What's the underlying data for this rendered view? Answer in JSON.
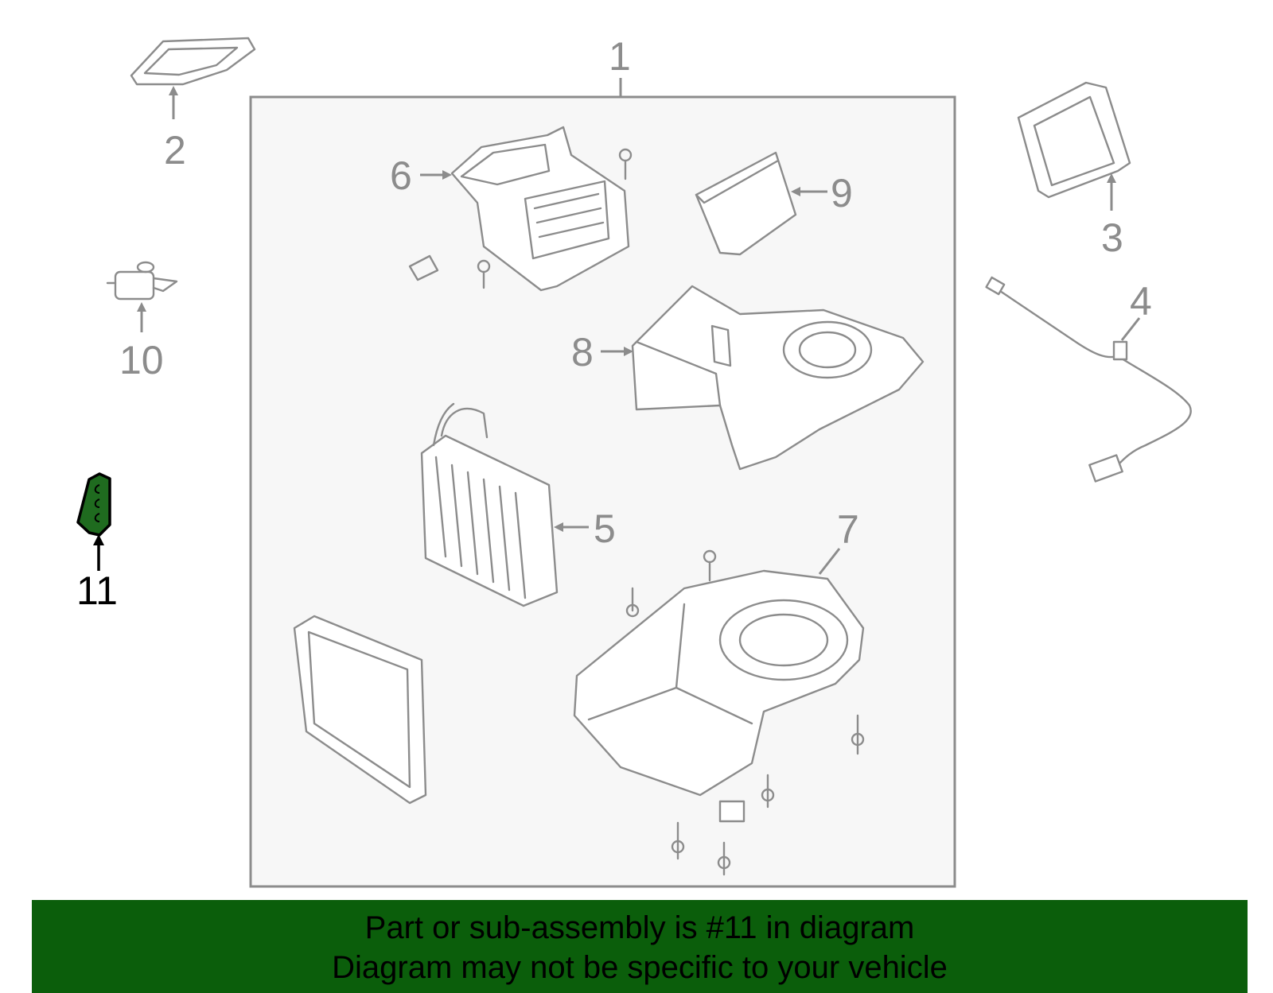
{
  "callouts": {
    "c1": "1",
    "c2": "2",
    "c3": "3",
    "c4": "4",
    "c5": "5",
    "c6": "6",
    "c7": "7",
    "c8": "8",
    "c9": "9",
    "c10": "10",
    "c11": "11"
  },
  "highlight": {
    "part_number": "11",
    "color": "#1f6b1f"
  },
  "banner": {
    "line1": "Part or sub-assembly is #11 in diagram",
    "line2": "Diagram may not be specific to your vehicle",
    "background": "#0b5e0b"
  },
  "colors": {
    "line": "#8c8c8c",
    "panel": "#f7f7f7",
    "active": "#000000"
  }
}
